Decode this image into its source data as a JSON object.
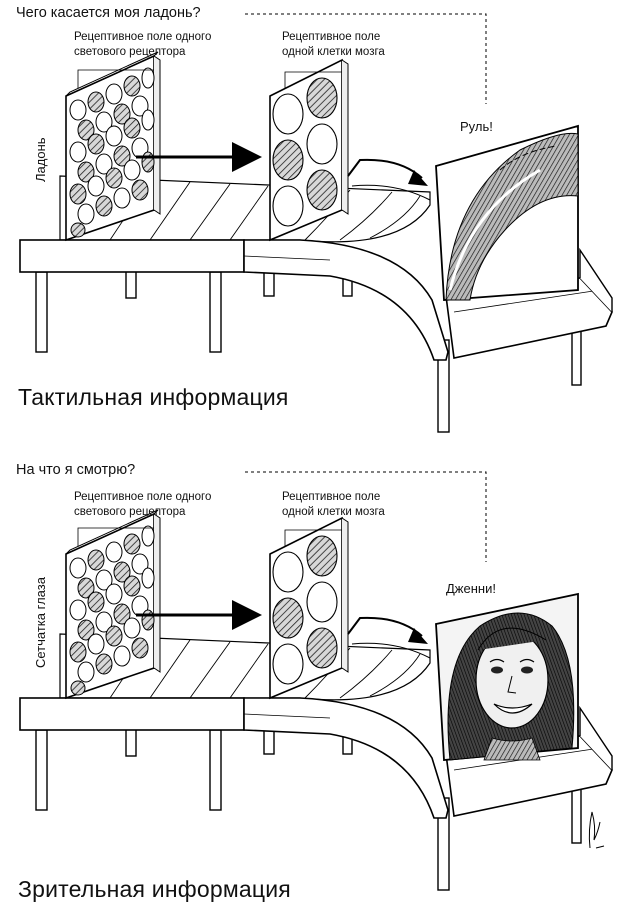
{
  "panels": [
    {
      "question": "Чего касается моя ладонь?",
      "receptor_field_label": "Рецептивное поле одного\nсветового рецептора",
      "brain_field_label": "Рецептивное поле\nодной клетки мозга",
      "sheet_label": "Ладонь",
      "percept_label": "Руль!",
      "percept_icon": "steering-wheel",
      "caption": "Тактильная информация"
    },
    {
      "question": "На что я смотрю?",
      "receptor_field_label": "Рецептивное поле одного\nсветового рецептора",
      "brain_field_label": "Рецептивное поле\nодной клетки мозга",
      "sheet_label": "Сетчатка глаза",
      "percept_label": "Дженни!",
      "percept_icon": "girl-portrait",
      "caption": "Зрительная информация"
    }
  ]
}
